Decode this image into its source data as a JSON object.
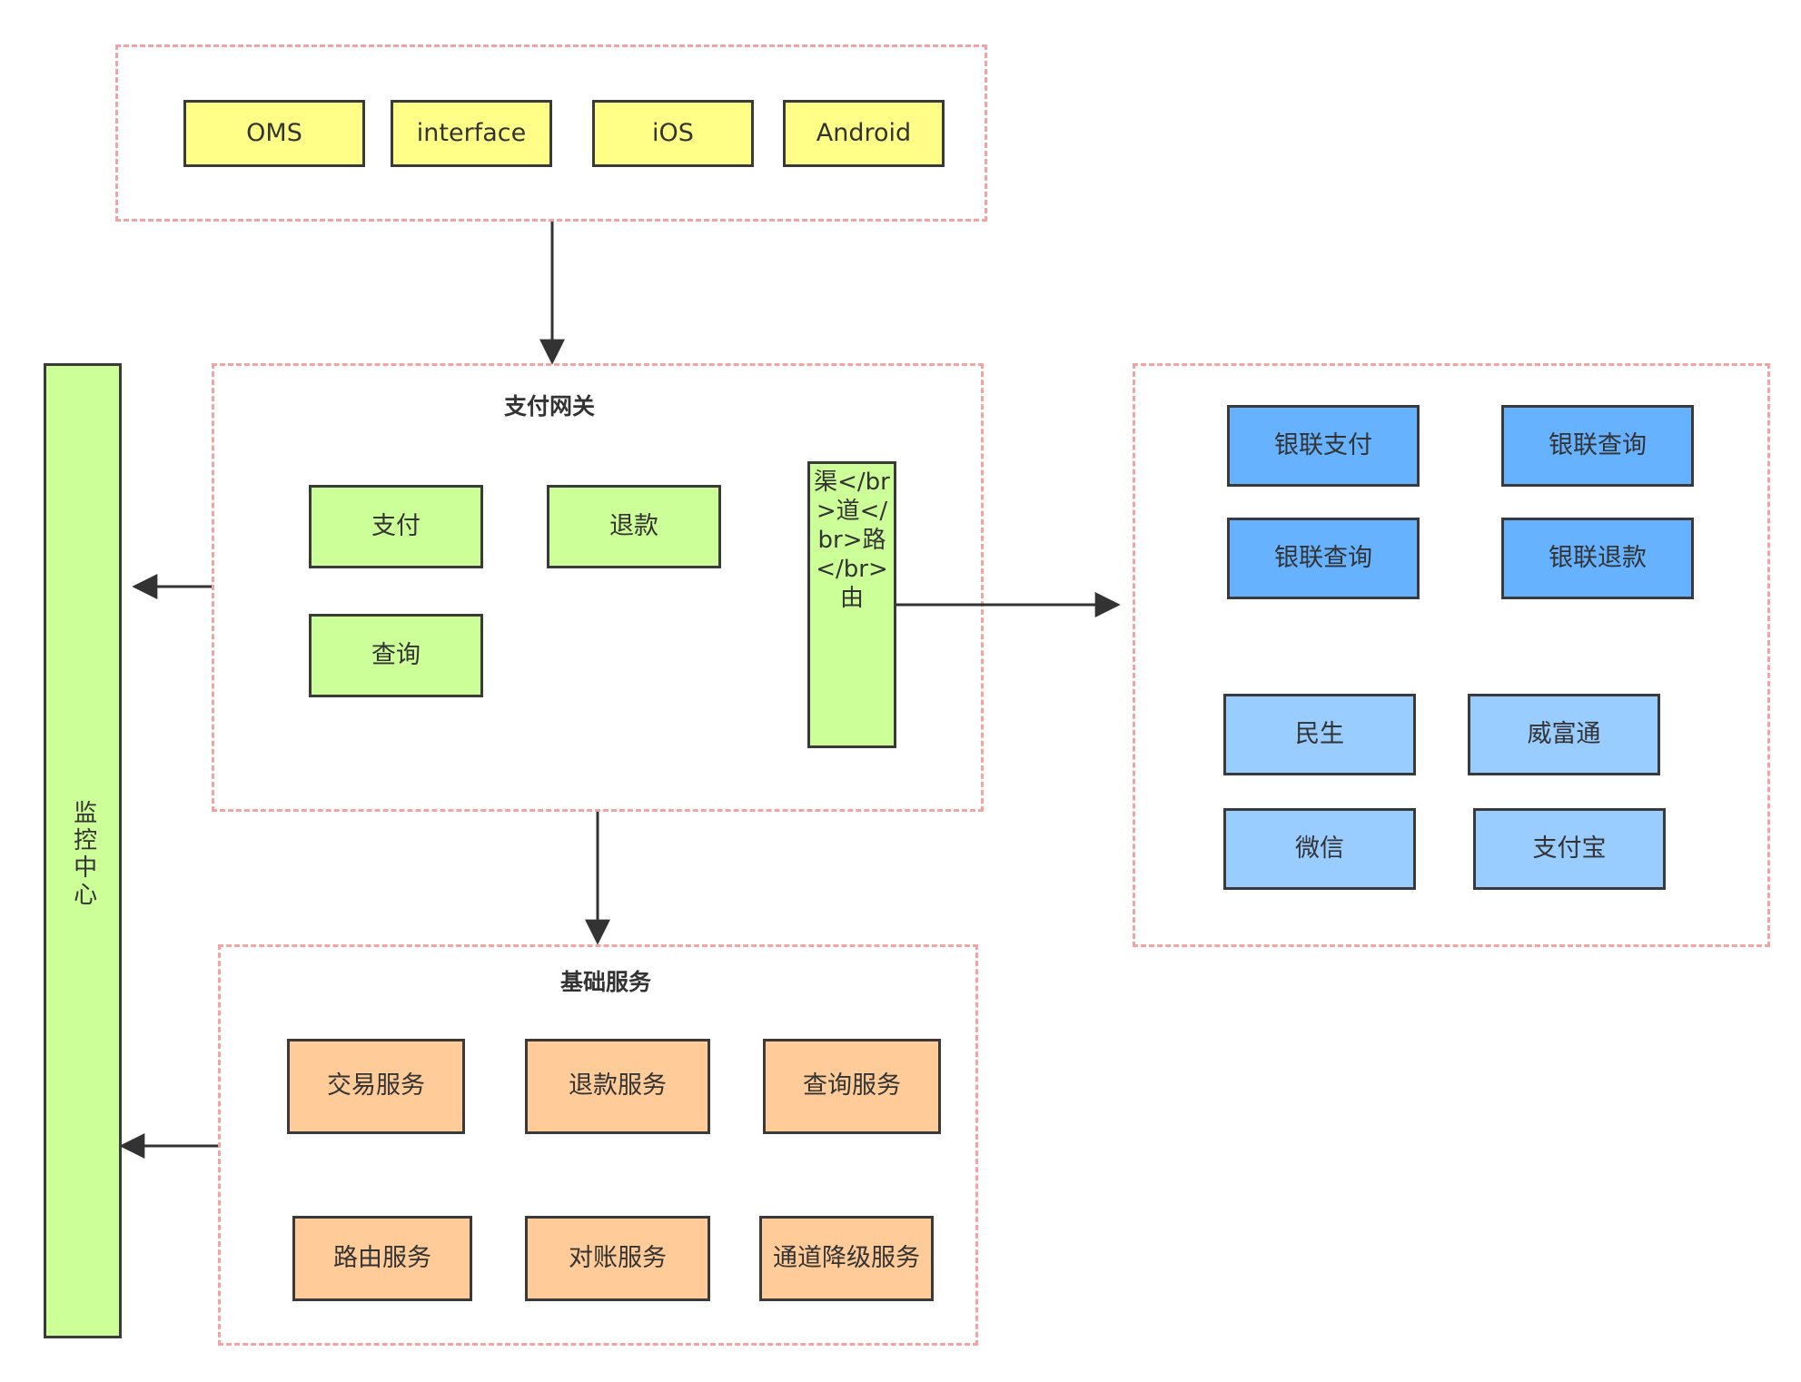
{
  "diagram": {
    "clients": [
      "OMS",
      "interface",
      "iOS",
      "Android"
    ],
    "gateway": {
      "title": "支付网关",
      "nodes": [
        "支付",
        "退款",
        "查询"
      ],
      "router": "渠</br>道</br>路</br>由"
    },
    "channels": {
      "unionpay": [
        "银联支付",
        "银联查询",
        "银联查询",
        "银联退款"
      ],
      "others": [
        "民生",
        "威富通",
        "微信",
        "支付宝"
      ]
    },
    "base": {
      "title": "基础服务",
      "nodes": [
        "交易服务",
        "退款服务",
        "查询服务",
        "路由服务",
        "对账服务",
        "通道降级服务"
      ]
    },
    "monitor": "监控中心"
  },
  "colors": {
    "group_border": "#f4a3a3",
    "client": "#ffff88",
    "gateway": "#cdff99",
    "unionpay": "#66b2ff",
    "other_channel": "#99ccff",
    "base_service": "#ffcc99",
    "monitor": "#cdff99",
    "edge": "#333333"
  }
}
